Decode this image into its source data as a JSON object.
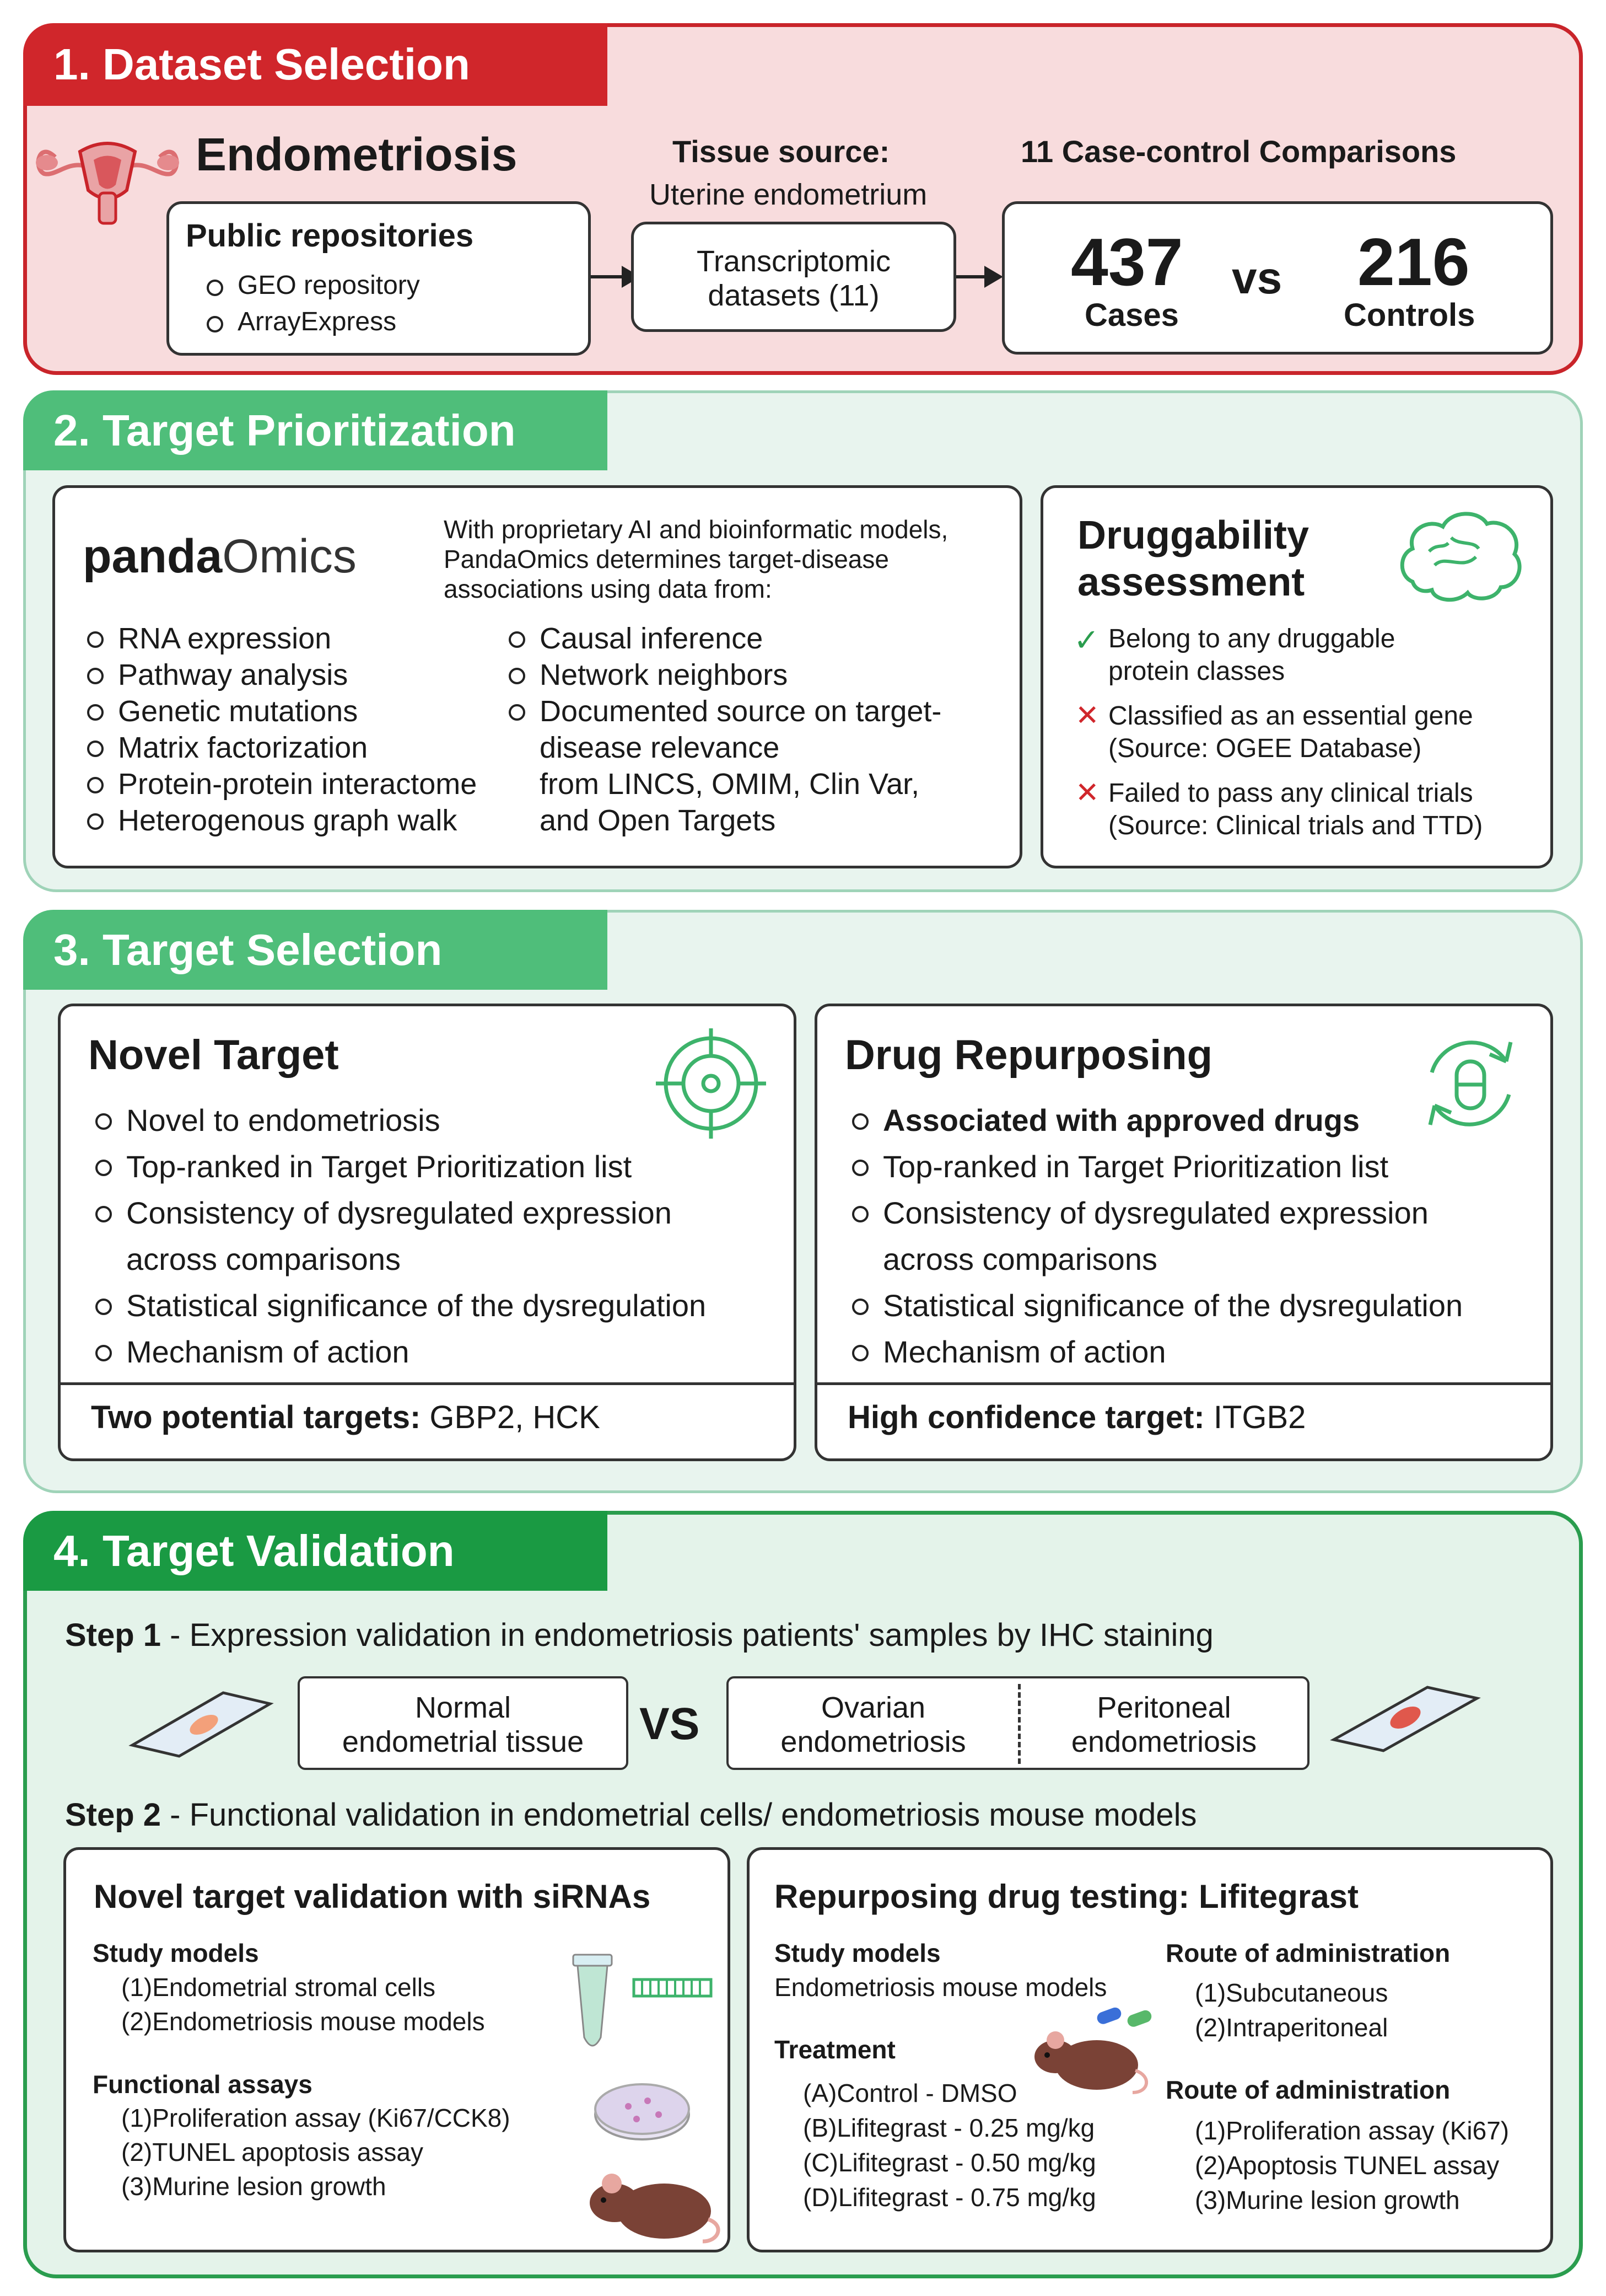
{
  "section1": {
    "banner": "1. Dataset Selection",
    "disease": "Endometriosis",
    "tissue_source_label": "Tissue source:",
    "tissue_source_value": "Uterine endometrium",
    "comparisons_title": "11 Case-control Comparisons",
    "repositories_title": "Public repositories",
    "repositories": [
      "GEO repository",
      "ArrayExpress"
    ],
    "transcriptomic_line1": "Transcriptomic",
    "transcriptomic_line2": "datasets (11)",
    "cases_count": "437",
    "cases_label": "Cases",
    "vs": "vs",
    "controls_count": "216",
    "controls_label": "Controls",
    "colors": {
      "banner": "#d0262b",
      "panel": "#f8dcdd"
    }
  },
  "section2": {
    "banner": "2. Target Prioritization",
    "logo_bold": "panda",
    "logo_light": "Omics",
    "description": [
      "With proprietary AI and bioinformatic models,",
      "PandaOmics determines target-disease",
      "associations using data from:"
    ],
    "left_items": [
      "RNA expression",
      "Pathway analysis",
      "Genetic mutations",
      "Matrix factorization",
      "Protein-protein interactome",
      "Heterogenous graph walk"
    ],
    "right_items": [
      "Causal inference",
      "Network neighbors",
      "Documented source on target-"
    ],
    "right_continuation": [
      "disease relevance",
      "from LINCS, OMIM, Clin Var,",
      "and Open Targets"
    ],
    "druggability_title_1": "Druggability",
    "druggability_title_2": "assessment",
    "druggability_criteria": [
      {
        "mark": "✓",
        "line1": "Belong to any druggable",
        "line2": "protein classes"
      },
      {
        "mark": "✕",
        "line1": "Classified as an essential gene",
        "line2": "(Source: OGEE Database)"
      },
      {
        "mark": "✕",
        "line1": "Failed to pass any clinical trials",
        "line2": "(Source: Clinical trials and TTD)"
      }
    ],
    "colors": {
      "banner": "#4fbe7a",
      "check": "#2a9d4e",
      "cross": "#d0262b"
    }
  },
  "section3": {
    "banner": "3. Target Selection",
    "novel": {
      "title": "Novel Target",
      "items": [
        "Novel to endometriosis",
        "Top-ranked in Target Prioritization list",
        "Consistency of dysregulated expression",
        "Statistical significance of the dysregulation",
        "Mechanism of action"
      ],
      "continuation": "across comparisons",
      "footer_bold": "Two potential targets:",
      "footer_value": "GBP2, HCK"
    },
    "repurposing": {
      "title": "Drug Repurposing",
      "items": [
        "Associated with approved drugs",
        "Top-ranked in Target Prioritization list",
        "Consistency of dysregulated expression",
        "Statistical significance of the dysregulation",
        "Mechanism of action"
      ],
      "continuation": "across comparisons",
      "footer_bold": "High confidence target:",
      "footer_value": "ITGB2"
    }
  },
  "section4": {
    "banner": "4. Target Validation",
    "step1_bold": "Step 1",
    "step1_text": " - Expression validation in endometriosis patients' samples by IHC staining",
    "normal_line1": "Normal",
    "normal_line2": "endometrial tissue",
    "vs": "VS",
    "ovarian_line1": "Ovarian",
    "ovarian_line2": "endometriosis",
    "peritoneal_line1": "Peritoneal",
    "peritoneal_line2": "endometriosis",
    "step2_bold": "Step 2",
    "step2_text": " - Functional validation in endometrial cells/ endometriosis mouse models",
    "sirna": {
      "title": "Novel target validation with siRNAs",
      "study_models_label": "Study models",
      "study_models": [
        "(1)Endometrial stromal cells",
        "(2)Endometriosis mouse models"
      ],
      "assays_label": "Functional assays",
      "assays": [
        "(1)Proliferation assay (Ki67/CCK8)",
        "(2)TUNEL apoptosis assay",
        "(3)Murine lesion growth"
      ]
    },
    "drug": {
      "title": "Repurposing drug testing: Lifitegrast",
      "study_models_label": "Study models",
      "study_models_value": "Endometriosis mouse models",
      "treatment_label": "Treatment",
      "treatments": [
        "(A)Control - DMSO",
        "(B)Lifitegrast - 0.25 mg/kg",
        "(C)Lifitegrast - 0.50 mg/kg",
        "(D)Lifitegrast - 0.75 mg/kg"
      ],
      "route_label_1": "Route of administration",
      "routes": [
        "(1)Subcutaneous",
        "(2)Intraperitoneal"
      ],
      "route_label_2": "Route of administration",
      "assays": [
        "(1)Proliferation assay (Ki67)",
        "(2)Apoptosis TUNEL assay",
        "(3)Murine lesion growth"
      ]
    },
    "colors": {
      "banner": "#1a9a43",
      "panel": "#e4f3ea"
    }
  }
}
